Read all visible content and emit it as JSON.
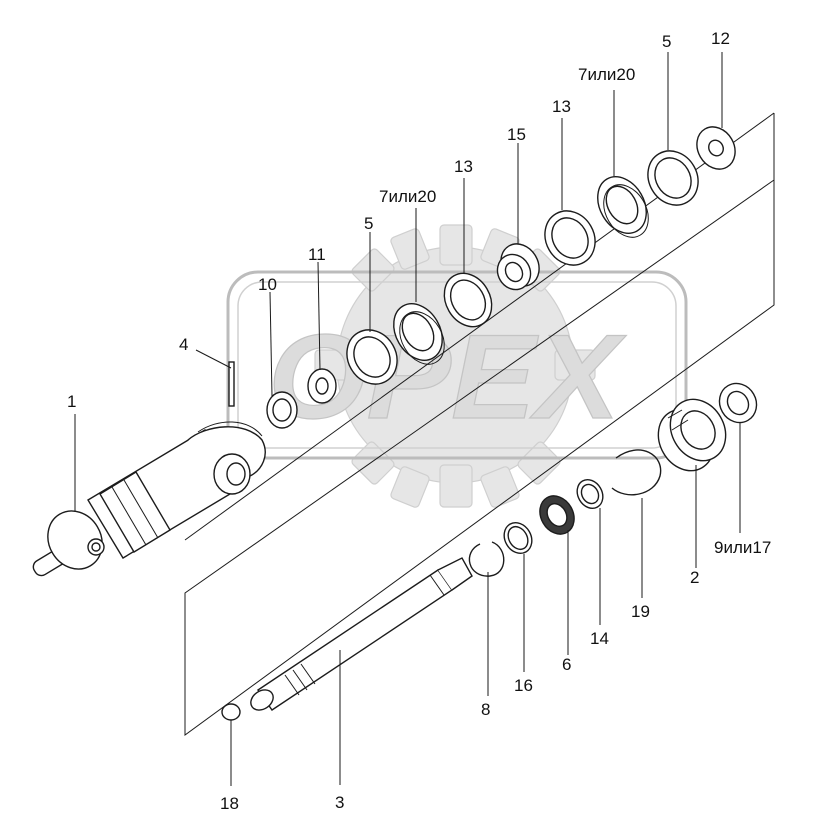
{
  "watermark": {
    "logo_text": "OPEX"
  },
  "callouts": {
    "p1": "1",
    "p2": "2",
    "p3": "3",
    "p4": "4",
    "p5_top": "5",
    "p5_mid": "5",
    "p6": "6",
    "p7_top": "7или20",
    "p7_mid": "7или20",
    "p8": "8",
    "p9": "9или17",
    "p10": "10",
    "p11": "11",
    "p12": "12",
    "p13_top": "13",
    "p13_mid": "13",
    "p14": "14",
    "p15": "15",
    "p16": "16",
    "p18": "18",
    "p19": "19"
  },
  "colors": {
    "line": "#1c1c1c",
    "part_fill": "#ffffff",
    "watermark": "#dcdcdc"
  }
}
